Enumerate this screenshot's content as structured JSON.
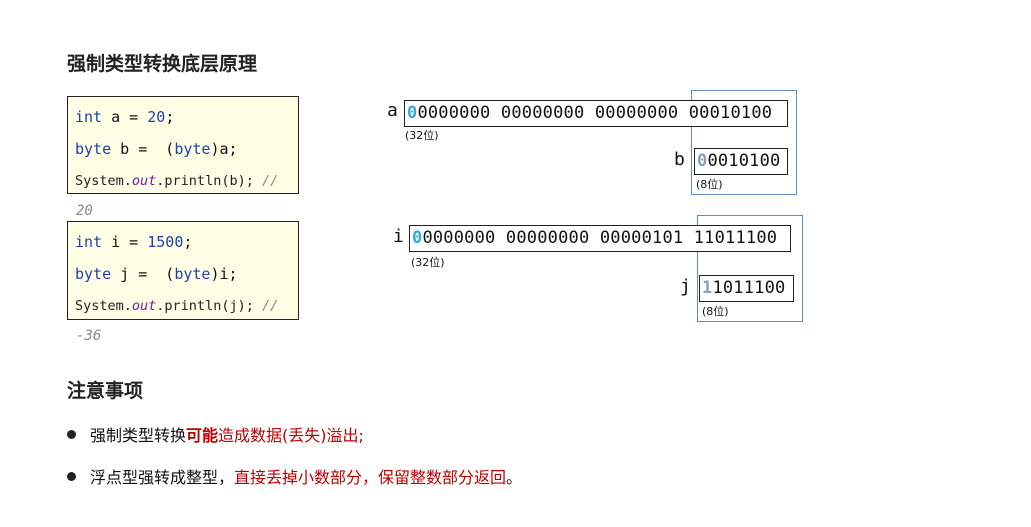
{
  "heading": "强制类型转换底层原理",
  "example1": {
    "line1": {
      "kw": "int",
      "mid": " a = ",
      "num": "20",
      "end": ";"
    },
    "line2": {
      "kw1": "byte",
      "mid": " b =  (",
      "kw2": "byte",
      "end": ")a;"
    },
    "line3": {
      "pre": "System.",
      "out": "out",
      "post": ".println(b); ",
      "comment": "//"
    },
    "result": "20",
    "var_a": "a",
    "var_b": "b",
    "a_sign": "0",
    "a_bits": "0000000 00000000 00000000 00010100",
    "a_size": "(32位)",
    "b_sign": "0",
    "b_bits": "0010100",
    "b_size": "(8位)"
  },
  "example2": {
    "line1": {
      "kw": "int",
      "mid": " i = ",
      "num": "1500",
      "end": ";"
    },
    "line2": {
      "kw1": "byte",
      "mid": " j =  (",
      "kw2": "byte",
      "end": ")i;"
    },
    "line3": {
      "pre": "System.",
      "out": "out",
      "post": ".println(j); ",
      "comment": "//"
    },
    "result": "-36",
    "var_i": "i",
    "var_j": "j",
    "i_sign": "0",
    "i_bits": "0000000 00000000 00000101 11011100",
    "i_size": "(32位)",
    "j_sign": "1",
    "j_bits": "1011100",
    "j_size": "(8位)"
  },
  "notes": {
    "heading": "注意事项",
    "item1": {
      "a": "强制类型转换",
      "b": "可能",
      "c": "造成数据(丢失)溢出;"
    },
    "item2": {
      "a": "浮点型强转成整型，",
      "b": "直接丢掉小数部分，保留整数部分返回",
      "c": "。"
    }
  },
  "colors": {
    "code_bg": "#ffffe6",
    "keyword": "#1f3fb0",
    "sign_bit_positive": "#2aaae0",
    "sign_bit_negative": "#8aa0b8",
    "highlight_border": "#5a8fc8",
    "emphasis_red": "#c00000"
  }
}
